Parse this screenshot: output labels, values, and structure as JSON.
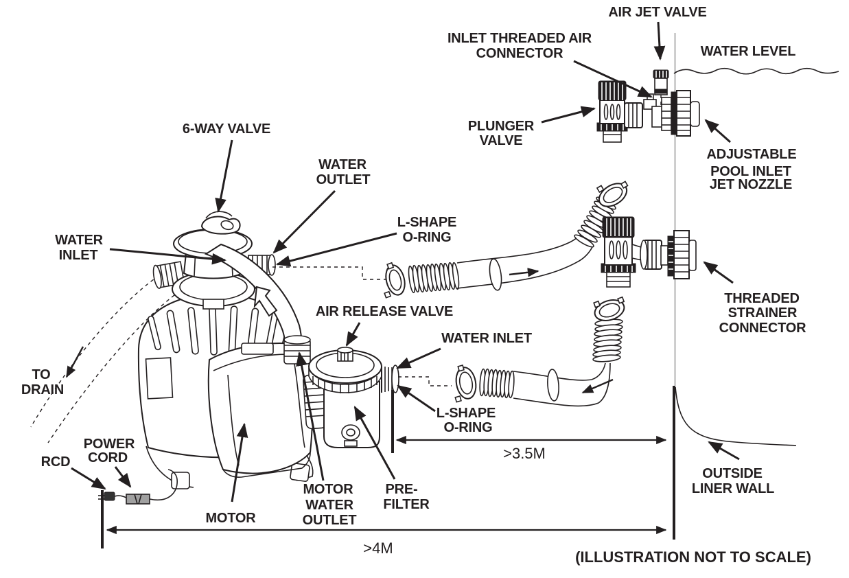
{
  "figure": {
    "description": "Exploded installation diagram of a pool sand filter pump connected through a pool liner wall",
    "footer_note": "(ILLUSTRATION NOT TO SCALE)"
  },
  "colors": {
    "ink": "#231f20",
    "background": "#ffffff",
    "wall_gray": "#8a8a8a",
    "adapter_gray": "#a0a0a0"
  },
  "labels": {
    "air_jet_valve": {
      "lines": [
        "AIR JET VALVE"
      ]
    },
    "inlet_threaded_air_connector": {
      "lines": [
        "INLET THREADED AIR",
        "CONNECTOR"
      ]
    },
    "water_level": {
      "lines": [
        "WATER LEVEL"
      ]
    },
    "plunger_valve": {
      "lines": [
        "PLUNGER",
        "VALVE"
      ]
    },
    "adjustable_pool_inlet_jet_nozzle": {
      "lines": [
        "ADJUSTABLE",
        "POOL INLET",
        "JET NOZZLE"
      ]
    },
    "six_way_valve": {
      "lines": [
        "6-WAY VALVE"
      ]
    },
    "water_outlet": {
      "lines": [
        "WATER",
        "OUTLET"
      ]
    },
    "water_inlet_left": {
      "lines": [
        "WATER",
        "INLET"
      ]
    },
    "l_shape_o_ring_upper": {
      "lines": [
        "L-SHAPE",
        "O-RING"
      ]
    },
    "air_release_valve": {
      "lines": [
        "AIR RELEASE VALVE"
      ]
    },
    "water_inlet_right": {
      "lines": [
        "WATER INLET"
      ]
    },
    "l_shape_o_ring_lower": {
      "lines": [
        "L-SHAPE",
        "O-RING"
      ]
    },
    "threaded_strainer_connector": {
      "lines": [
        "THREADED",
        "STRAINER",
        "CONNECTOR"
      ]
    },
    "to_drain": {
      "lines": [
        "TO",
        "DRAIN"
      ]
    },
    "power_cord": {
      "lines": [
        "POWER",
        "CORD"
      ]
    },
    "rcd": {
      "lines": [
        "RCD"
      ]
    },
    "motor": {
      "lines": [
        "MOTOR"
      ]
    },
    "motor_water_outlet": {
      "lines": [
        "MOTOR",
        "WATER",
        "OUTLET"
      ]
    },
    "pre_filter": {
      "lines": [
        "PRE-",
        "FILTER"
      ]
    },
    "outside_liner_wall": {
      "lines": [
        "OUTSIDE",
        "LINER WALL"
      ]
    }
  },
  "dimensions": {
    "hose_min_distance": ">3.5M",
    "cord_min_distance": ">4M"
  }
}
